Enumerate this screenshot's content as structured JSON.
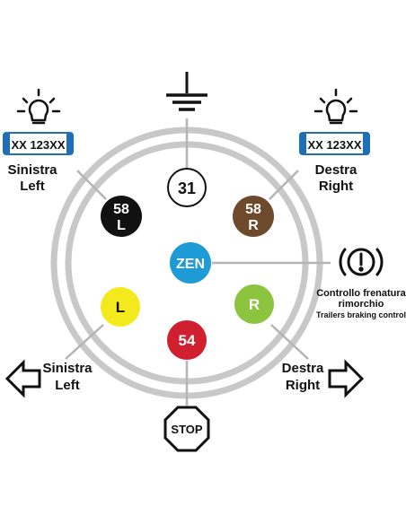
{
  "pins": {
    "ground": {
      "label": "31",
      "fill": "#ffffff",
      "text_color": "#111111"
    },
    "left_position": {
      "line1": "58",
      "line2": "L",
      "fill": "#111111",
      "text_color": "#ffffff"
    },
    "right_position": {
      "line1": "58",
      "line2": "R",
      "fill": "#6e4a2c",
      "text_color": "#ffffff"
    },
    "center": {
      "label": "ZEN",
      "fill": "#1e9ad6",
      "text_color": "#ffffff"
    },
    "left_turn": {
      "label": "L",
      "fill": "#f2ea1d",
      "text_color": "#111111"
    },
    "right_turn": {
      "label": "R",
      "fill": "#8cc43f",
      "text_color": "#ffffff"
    },
    "stop": {
      "label": "54",
      "fill": "#d0202f",
      "text_color": "#ffffff"
    }
  },
  "labels": {
    "top_left": {
      "plate": "XX 123XX",
      "line1": "Sinistra",
      "line2": "Left"
    },
    "top_right": {
      "plate": "XX 123XX",
      "line1": "Destra",
      "line2": "Right"
    },
    "brake": {
      "line1": "Controllo frenatura",
      "line2": "rimorchio",
      "line3": "Trailers braking control"
    },
    "bottom_left": {
      "line1": "Sinistra",
      "line2": "Left"
    },
    "bottom_right": {
      "line1": "Destra",
      "line2": "Right"
    },
    "stop_sign": "STOP"
  },
  "icons": [
    "ground-icon",
    "lamp-icon",
    "brake-warning-icon",
    "arrow-left-icon",
    "arrow-right-icon",
    "stop-sign-icon"
  ],
  "colors": {
    "ring": "#c8c8c8",
    "line": "#b4b4b4",
    "plate_border": "#1e6fb8",
    "ink": "#111111"
  }
}
